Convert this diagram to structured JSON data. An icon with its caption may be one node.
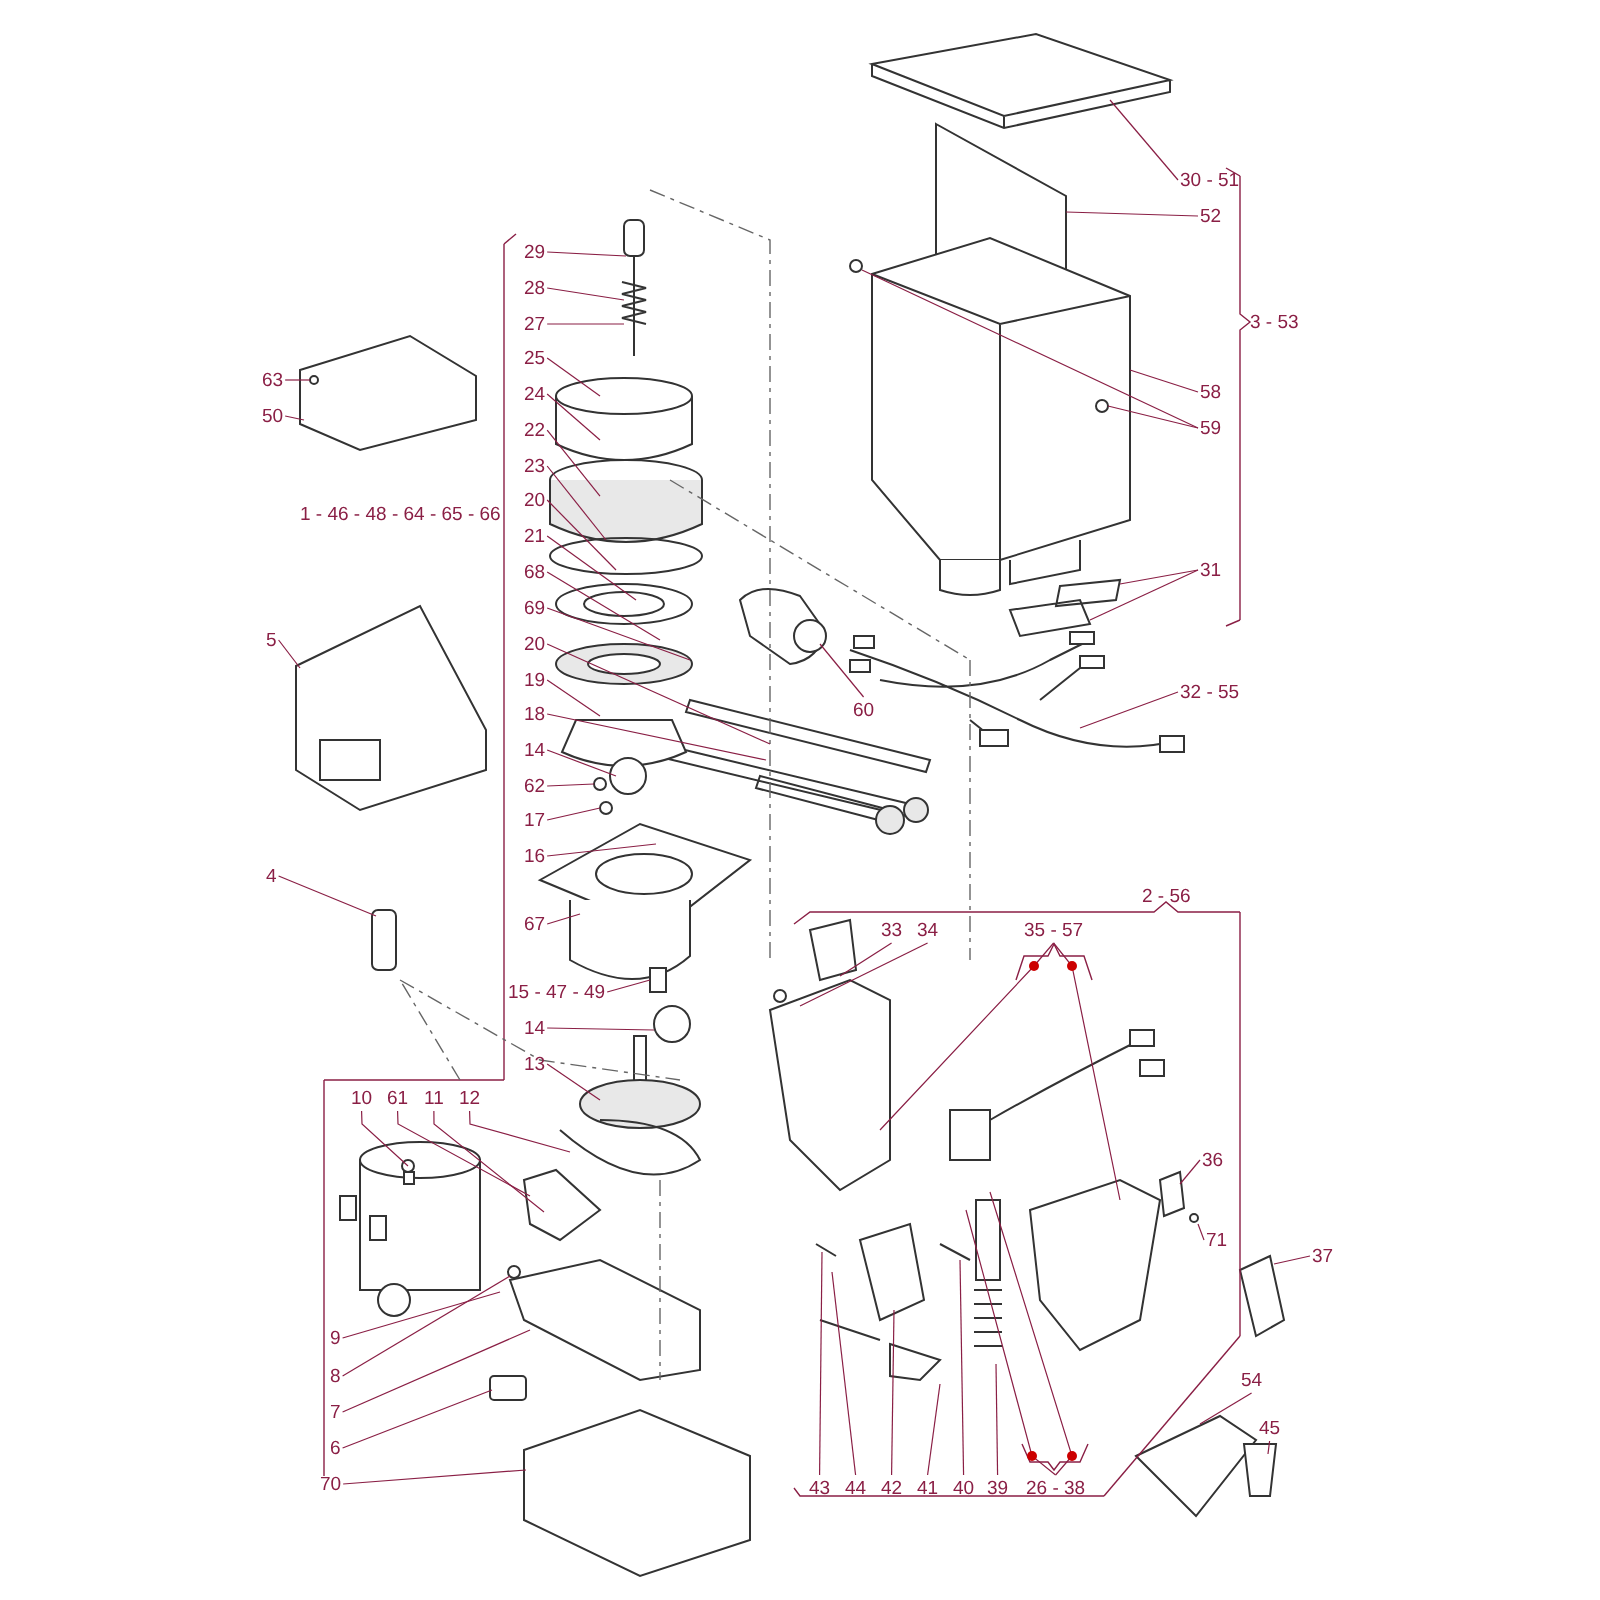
{
  "diagram": {
    "nodes": [
      {
        "text": [
          "29"
        ]
      },
      {
        "text": [
          "28"
        ]
      },
      {
        "text": [
          "27"
        ]
      },
      {
        "text": [
          "25"
        ]
      },
      {
        "text": [
          "24"
        ]
      },
      {
        "text": [
          "22"
        ]
      },
      {
        "text": [
          "23"
        ]
      },
      {
        "text": [
          "20"
        ]
      },
      {
        "text": [
          "21"
        ]
      },
      {
        "text": [
          "68"
        ]
      },
      {
        "text": [
          "69"
        ]
      },
      {
        "text": [
          "20"
        ]
      },
      {
        "text": [
          "19"
        ]
      },
      {
        "text": [
          "18"
        ]
      },
      {
        "text": [
          "14"
        ]
      },
      {
        "text": [
          "62"
        ]
      },
      {
        "text": [
          "17"
        ]
      },
      {
        "text": [
          "16"
        ]
      },
      {
        "text": [
          "67"
        ]
      },
      {
        "text": [
          "15 - 47 - 49"
        ]
      },
      {
        "text": [
          "14"
        ]
      },
      {
        "text": [
          "13"
        ]
      },
      {
        "text": [
          "63"
        ]
      },
      {
        "text": [
          "50"
        ]
      },
      {
        "text": [
          "5"
        ]
      },
      {
        "text": [
          "4"
        ]
      },
      {
        "text": [
          "10"
        ]
      },
      {
        "text": [
          "61"
        ]
      },
      {
        "text": [
          "11"
        ]
      },
      {
        "text": [
          "12"
        ]
      },
      {
        "text": [
          "9"
        ]
      },
      {
        "text": [
          "8"
        ]
      },
      {
        "text": [
          "7"
        ]
      },
      {
        "text": [
          "6"
        ]
      },
      {
        "text": [
          "70"
        ]
      },
      {
        "text": [
          "30 - 51"
        ]
      },
      {
        "text": [
          "52"
        ]
      },
      {
        "text": [
          "58"
        ]
      },
      {
        "text": [
          "59"
        ]
      },
      {
        "text": [
          "31"
        ]
      },
      {
        "text": [
          "32 - 55"
        ]
      },
      {
        "text": [
          "60"
        ]
      },
      {
        "text": [
          "33"
        ]
      },
      {
        "text": [
          "34"
        ]
      },
      {
        "text": [
          "35 - 57"
        ]
      },
      {
        "text": [
          "36"
        ]
      },
      {
        "text": [
          "71"
        ]
      },
      {
        "text": [
          "37"
        ]
      },
      {
        "text": [
          "54"
        ]
      },
      {
        "text": [
          "45"
        ]
      },
      {
        "text": [
          "43"
        ]
      },
      {
        "text": [
          "44"
        ]
      },
      {
        "text": [
          "42"
        ]
      },
      {
        "text": [
          "41"
        ]
      },
      {
        "text": [
          "40"
        ]
      },
      {
        "text": [
          "39"
        ]
      },
      {
        "text": [
          "26 - 38"
        ]
      }
    ],
    "edges": [
      {
        "from": 0,
        "to": null,
        "arrow": "none"
      },
      {
        "from": 1,
        "to": null,
        "arrow": "none"
      },
      {
        "from": 2,
        "to": null,
        "arrow": "none"
      },
      {
        "from": 3,
        "to": null,
        "arrow": "none"
      },
      {
        "from": 4,
        "to": null,
        "arrow": "none"
      },
      {
        "from": 5,
        "to": null,
        "arrow": "none"
      },
      {
        "from": 6,
        "to": null,
        "arrow": "none"
      },
      {
        "from": 7,
        "to": null,
        "arrow": "none"
      },
      {
        "from": 8,
        "to": null,
        "arrow": "none"
      },
      {
        "from": 9,
        "to": null,
        "arrow": "none"
      },
      {
        "from": 10,
        "to": null,
        "arrow": "none"
      },
      {
        "from": 11,
        "to": null,
        "arrow": "none"
      },
      {
        "from": 12,
        "to": null,
        "arrow": "none"
      },
      {
        "from": 13,
        "to": null,
        "arrow": "none"
      },
      {
        "from": 14,
        "to": null,
        "arrow": "none"
      },
      {
        "from": 15,
        "to": null,
        "arrow": "none"
      },
      {
        "from": 16,
        "to": null,
        "arrow": "none"
      },
      {
        "from": 17,
        "to": null,
        "arrow": "none"
      },
      {
        "from": 18,
        "to": null,
        "arrow": "none"
      },
      {
        "from": 19,
        "to": null,
        "arrow": "none"
      },
      {
        "from": 20,
        "to": null,
        "arrow": "none"
      },
      {
        "from": 21,
        "to": null,
        "arrow": "none"
      },
      {
        "from": 22,
        "to": null,
        "arrow": "none"
      },
      {
        "from": 23,
        "to": null,
        "arrow": "none"
      },
      {
        "from": 24,
        "to": null,
        "arrow": "none"
      },
      {
        "from": 25,
        "to": null,
        "arrow": "none"
      },
      {
        "from": 26,
        "to": null,
        "arrow": "none"
      },
      {
        "from": 27,
        "to": null,
        "arrow": "none"
      },
      {
        "from": 28,
        "to": null,
        "arrow": "none"
      },
      {
        "from": 29,
        "to": null,
        "arrow": "none"
      },
      {
        "from": 30,
        "to": null,
        "arrow": "none"
      },
      {
        "from": 31,
        "to": null,
        "arrow": "none"
      },
      {
        "from": 32,
        "to": null,
        "arrow": "none"
      },
      {
        "from": 33,
        "to": null,
        "arrow": "none"
      },
      {
        "from": 34,
        "to": null,
        "arrow": "none"
      },
      {
        "from": 35,
        "to": null,
        "arrow": "none"
      },
      {
        "from": 36,
        "to": null,
        "arrow": "none"
      },
      {
        "from": 37,
        "to": null,
        "arrow": "none"
      },
      {
        "from": 38,
        "to": null,
        "arrow": "none"
      },
      {
        "from": 38,
        "to": null,
        "arrow": "none"
      },
      {
        "from": 39,
        "to": null,
        "arrow": "none"
      },
      {
        "from": 39,
        "to": null,
        "arrow": "none"
      },
      {
        "from": 40,
        "to": null,
        "arrow": "none"
      },
      {
        "from": 41,
        "to": null,
        "arrow": "none"
      },
      {
        "from": 42,
        "to": null,
        "arrow": "none"
      },
      {
        "from": 43,
        "to": null,
        "arrow": "none"
      },
      {
        "from": 44,
        "to": null,
        "arrow": "none"
      },
      {
        "from": 44,
        "to": null,
        "arrow": "none"
      },
      {
        "from": 45,
        "to": null,
        "arrow": "none"
      },
      {
        "from": 46,
        "to": null,
        "arrow": "none"
      },
      {
        "from": 47,
        "to": null,
        "arrow": "none"
      },
      {
        "from": 48,
        "to": null,
        "arrow": "none"
      },
      {
        "from": 49,
        "to": null,
        "arrow": "none"
      },
      {
        "from": 50,
        "to": null,
        "arrow": "none"
      },
      {
        "from": 51,
        "to": null,
        "arrow": "none"
      },
      {
        "from": 52,
        "to": null,
        "arrow": "none"
      },
      {
        "from": 53,
        "to": null,
        "arrow": "none"
      },
      {
        "from": 54,
        "to": null,
        "arrow": "none"
      },
      {
        "from": 55,
        "to": null,
        "arrow": "none"
      },
      {
        "from": 56,
        "to": null,
        "arrow": "none"
      },
      {
        "from": 56,
        "to": null,
        "arrow": "none"
      }
    ],
    "labels": [
      "1 - 46 - 48 - 64 - 65 - 66",
      "3 - 53",
      "2 - 56"
    ]
  }
}
